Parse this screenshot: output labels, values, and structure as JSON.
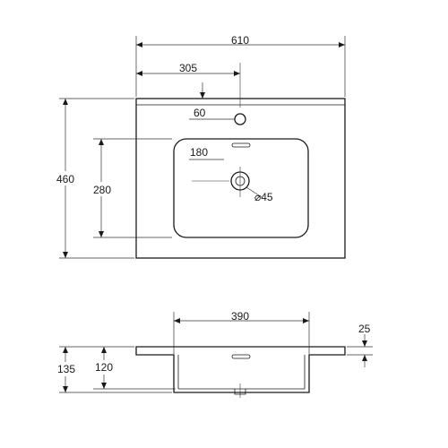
{
  "top_view": {
    "overall_width": "610",
    "tap_offset": "305",
    "tap_hole_from_back": "60",
    "overall_depth": "460",
    "bowl_depth": "280",
    "drain_from_bowl_front": "180",
    "drain_diameter": "⌀45"
  },
  "side_view": {
    "bowl_width": "390",
    "rim_thickness": "25",
    "overall_height": "135",
    "bowl_height": "120"
  },
  "colors": {
    "line": "#1a1a1a",
    "background": "#ffffff"
  }
}
